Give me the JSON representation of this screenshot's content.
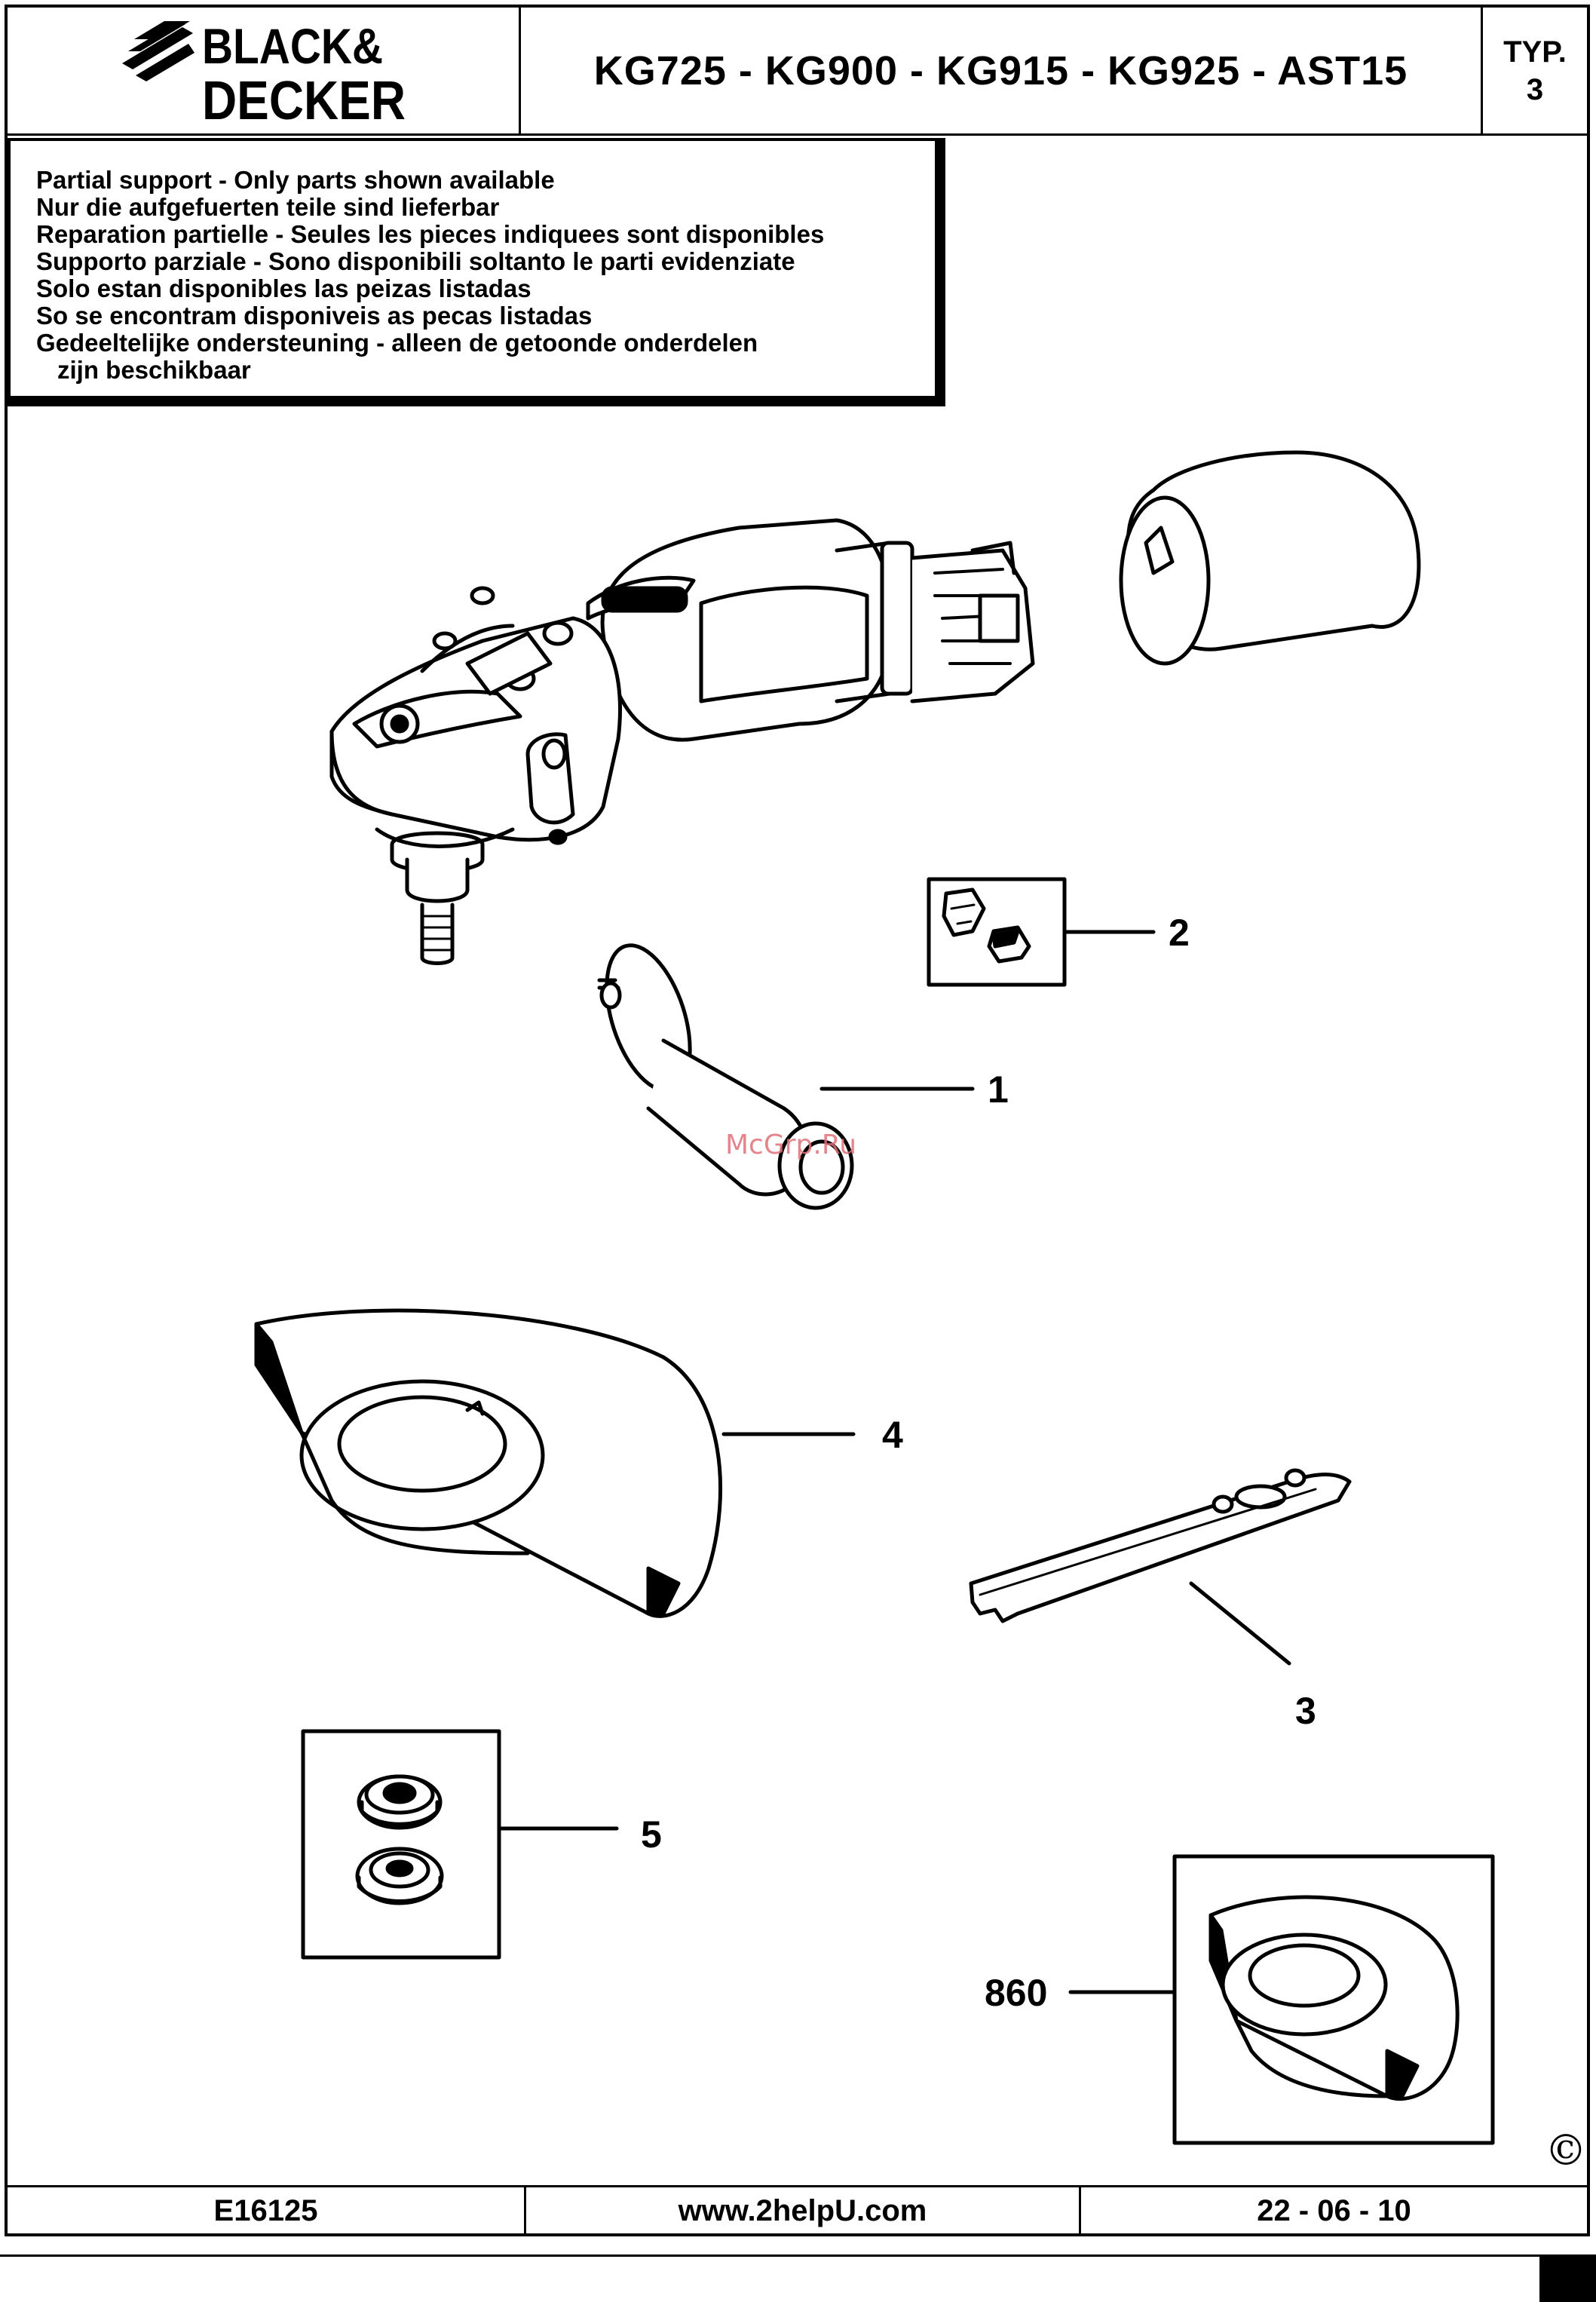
{
  "header": {
    "brand_line1": "BLACK&",
    "brand_line2": "DECKER",
    "title": "KG725 - KG900 - KG915 - KG925 - AST15",
    "typ_label": "TYP.",
    "typ_value": "3"
  },
  "notice": {
    "lines": [
      "Partial support - Only parts shown available",
      "Nur die aufgefuerten teile sind lieferbar",
      "Reparation partielle - Seules les pieces indiquees sont disponibles",
      "Supporto parziale - Sono disponibili soltanto le parti evidenziate",
      "Solo estan disponibles las peizas listadas",
      "So se encontram disponiveis as pecas listadas",
      "Gedeeltelijke ondersteuning - alleen de getoonde onderdelen",
      "zijn beschikbaar"
    ]
  },
  "parts": {
    "p1": "1",
    "p2": "2",
    "p3": "3",
    "p4": "4",
    "p5": "5",
    "p860": "860"
  },
  "watermark": "McGrp.Ru",
  "copyright": "©",
  "footer": {
    "doc_id": "E16125",
    "url": "www.2helpU.com",
    "date": "22 - 06 - 10"
  }
}
